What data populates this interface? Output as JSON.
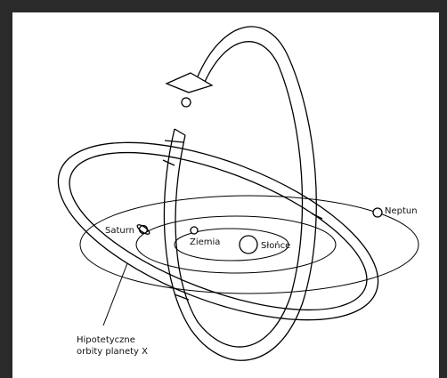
{
  "labels": {
    "sun": "Słońce",
    "earth": "Ziemia",
    "saturn": "Saturn",
    "neptune": "Neptun",
    "orbit_caption_line1": "Hipotetyczne",
    "orbit_caption_line2": "orbity planety X"
  },
  "colors": {
    "background": "#2a2a2a",
    "canvas": "#ffffff",
    "stroke": "#000000"
  }
}
